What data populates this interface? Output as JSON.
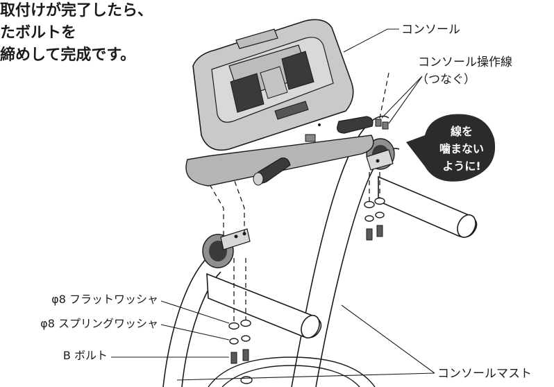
{
  "instructions": {
    "lines": [
      "取付けが完了したら、",
      "たボルトを",
      "締めして完成です。"
    ]
  },
  "labels": {
    "console": "コンソール",
    "console_cable_line1": "コンソール操作線",
    "console_cable_line2": "（つなぐ）",
    "flat_washer": "φ8 フラットワッシャ",
    "spring_washer": "φ8 スプリングワッシャ",
    "b_bolt": "B ボルト",
    "console_mast": "コンソールマスト"
  },
  "badge": {
    "lines": [
      "線を",
      "噛まない",
      "ように!"
    ],
    "color": "#2b2b2b"
  },
  "colors": {
    "console_body": "#c9c9c9",
    "console_dark": "#3a3a3a",
    "line": "#1a1a1a"
  }
}
